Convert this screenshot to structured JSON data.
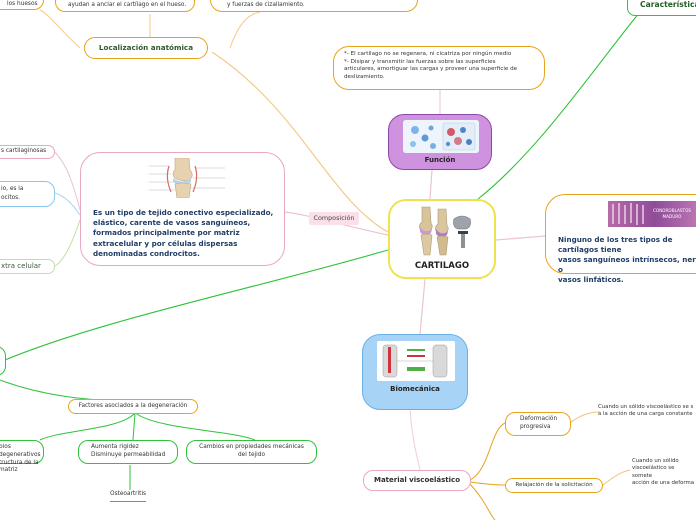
{
  "central": {
    "label": "CARTILAGO"
  },
  "funcion": {
    "label": "Función",
    "description_lines": [
      "*- El cartílago no se regenera, ni cicatriza por ningún medio",
      "*- Disipar y transmitir las fuerzas sobre las superficies",
      "articulares, amortiguar las cargas y proveer una superficie de",
      "deslizamiento."
    ]
  },
  "caracteristicas": {
    "label": "Características",
    "description_lines": [
      "Ninguno de los tres tipos de cartílagos tiene",
      "vasos sanguíneos intrínsecos, nervios o",
      "vasos linfáticos."
    ],
    "image_caption_lines": [
      "CONDROBLASTOS",
      "MADURO"
    ]
  },
  "composicion": {
    "label": "Composición",
    "description_lines": [
      "Es un tipo de tejido conectivo especializado,",
      "elástico,  carente de vasos sanguíneos,",
      "formados principalmente  por matriz",
      "extracelular y por células dispersas",
      "denominadas condrocitos."
    ]
  },
  "localizacion": {
    "label": "Localización anatómica",
    "top_left_partial": "los huesos",
    "top_mid": "ayudan a anclar el cartílago en el hueso.",
    "top_right": "y fuerzas de cizallamiento."
  },
  "left_partials": {
    "cartilaginosas": "s cartilaginosas",
    "condrocitos_1": "io, es la",
    "condrocitos_2": "ocitos.",
    "matriz": "xtra celular"
  },
  "biomecanica": {
    "label": "Biomecánica"
  },
  "viscoelastico": {
    "label": "Material viscoelástico",
    "deformacion": [
      "Deformación",
      "progresiva"
    ],
    "deformacion_desc": [
      "Cuando un sólido viscoelástico se s",
      "a la acción de una carga constante"
    ],
    "relajacion": "Relajación de la solicitación",
    "relajacion_desc": [
      "Cuando un sólido",
      "viscoelástico se somete",
      "acción de una deforma"
    ]
  },
  "degeneracion": {
    "label": "Factores asociados  a la degeneración",
    "cambios_partial": [
      "bios degenerativos",
      "tructura de la matriz"
    ],
    "rigidez": [
      "Aumenta rigidez",
      "Disminuye permeabilidad"
    ],
    "mecanicas": [
      "Cambios en propiedades mecánicas",
      "del tejido"
    ],
    "osteoartritis": "Osteoartritis"
  },
  "colors": {
    "orange": "#e8a31c",
    "green": "#2fc23a",
    "pink": "#eab1c6",
    "yellow": "#efe24e",
    "purple": "#cf92de",
    "blue": "#a7d4f6"
  }
}
